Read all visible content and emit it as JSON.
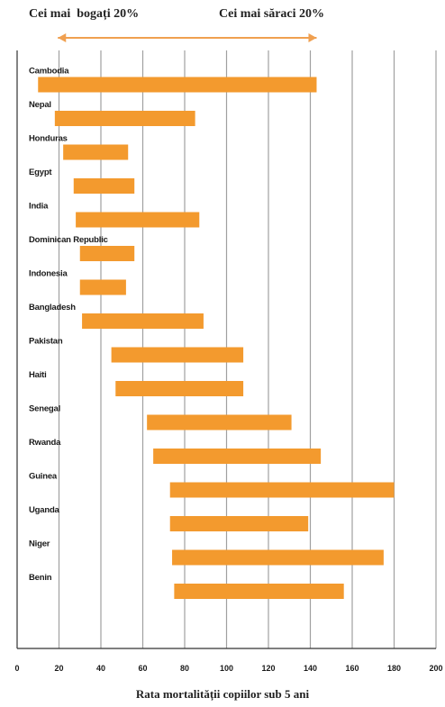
{
  "header": {
    "left_label": "Cei mai  bogați 20%",
    "right_label": "Cei mai săraci 20%"
  },
  "colors": {
    "bar": "#F39A2E",
    "arrow": "#F0A050",
    "grid": "#A0A0A0",
    "text": "#1a1a1a"
  },
  "chart_data": {
    "type": "bar",
    "orientation": "horizontal",
    "bar_kind": "range",
    "title": "",
    "xlabel": "Rata mortalității copiilor sub 5 ani",
    "ylabel": "",
    "xlim": [
      0,
      200
    ],
    "xticks": [
      0,
      20,
      40,
      60,
      80,
      100,
      120,
      140,
      160,
      180,
      200
    ],
    "grid": true,
    "legend_arrow": {
      "from_label": "Cei mai  bogați 20%",
      "to_label": "Cei mai săraci 20%",
      "from": 10,
      "to": 143
    },
    "categories": [
      "Cambodia",
      "Nepal",
      "Honduras",
      "Egypt",
      "India",
      "Dominican Republic",
      "Indonesia",
      "Bangladesh",
      "Pakistan",
      "Haiti",
      "Senegal",
      "Rwanda",
      "Guinea",
      "Uganda",
      "Niger",
      "Benin"
    ],
    "series": [
      {
        "start": [
          10,
          18,
          22,
          27,
          28,
          30,
          30,
          31,
          45,
          47,
          62,
          65,
          73,
          73,
          74,
          75
        ],
        "end": [
          143,
          85,
          53,
          56,
          87,
          56,
          52,
          89,
          108,
          108,
          131,
          145,
          180,
          139,
          175,
          156
        ]
      }
    ]
  },
  "x_axis_title": "Rata mortalității copiilor sub 5 ani"
}
